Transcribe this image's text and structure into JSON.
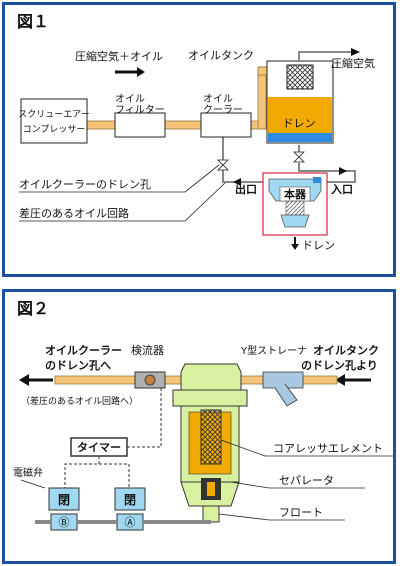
{
  "figure1": {
    "title": "図１",
    "top_flow_label": "圧縮空気＋オイル",
    "oil_tank_label": "オイルタンク",
    "air_out_label": "圧縮空気",
    "compressor_lines": [
      "スクリューエアー",
      "コンプレッサー"
    ],
    "filter_lines": [
      "オイル",
      "フィルター"
    ],
    "cooler_lines": [
      "オイル",
      "クーラー"
    ],
    "drain_label": "ドレン",
    "callout_drain_hole": "オイルクーラーのドレン孔",
    "callout_pressure_circuit": "差圧のあるオイル回路",
    "outlet_label": "出口",
    "inlet_label": "入口",
    "unit_label": "本器",
    "drain_out_label": "ドレン"
  },
  "figure2": {
    "title": "図２",
    "left_heading_lines": [
      "オイルクーラー",
      "のドレン孔へ"
    ],
    "left_note": "（差圧のあるオイル回路へ）",
    "sight_glass_label": "検流器",
    "strainer_label": "Y型ストレーナ",
    "right_heading_lines": [
      "オイルタンク",
      "のドレン孔より"
    ],
    "timer_label": "タイマー",
    "solenoid_label": "電磁弁",
    "valve_b_state": "閉",
    "valve_b_id": "Ⓑ",
    "valve_a_state": "閉",
    "valve_a_id": "Ⓐ",
    "element_label": "コアレッサエレメント",
    "separator_label": "セパレータ",
    "float_label": "フロート"
  },
  "colors": {
    "frame": "#1f4fa3",
    "oil_pipe": "#f4c47a",
    "oil_fill": "#f2a900",
    "water": "#2f8be0",
    "unit_fill": "#9fd8f0",
    "equipment_green": "#d8f0a0",
    "highlight_box": "#d9263a"
  }
}
